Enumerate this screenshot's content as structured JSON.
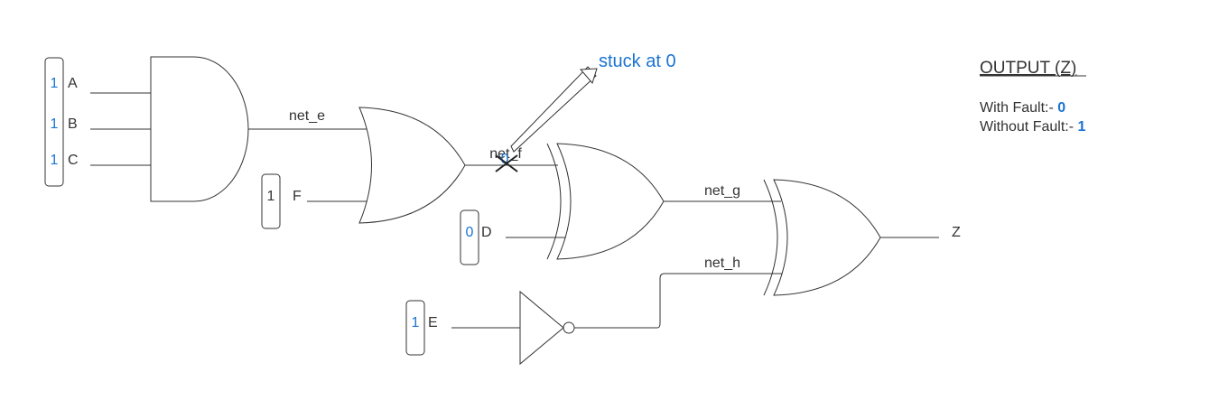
{
  "inputs": {
    "A": {
      "name": "A",
      "value": "1"
    },
    "B": {
      "name": "B",
      "value": "1"
    },
    "C": {
      "name": "C",
      "value": "1"
    },
    "F": {
      "name": "F",
      "value": "1"
    },
    "D": {
      "name": "D",
      "value": "0"
    },
    "E": {
      "name": "E",
      "value": "1"
    }
  },
  "nets": {
    "net_e": "net_e",
    "net_f": "net_f",
    "net_g": "net_g",
    "net_h": "net_h"
  },
  "fault": {
    "label": "stuck at 0",
    "forced_value": "0"
  },
  "output_pin": "Z",
  "output_panel": {
    "title": "OUTPUT (Z)",
    "with_fault_label": "With Fault:- ",
    "with_fault_value": "0",
    "without_fault_label": "Without Fault:- ",
    "without_fault_value": "1"
  },
  "colors": {
    "accent": "#1a73d1",
    "stroke": "#333333"
  }
}
